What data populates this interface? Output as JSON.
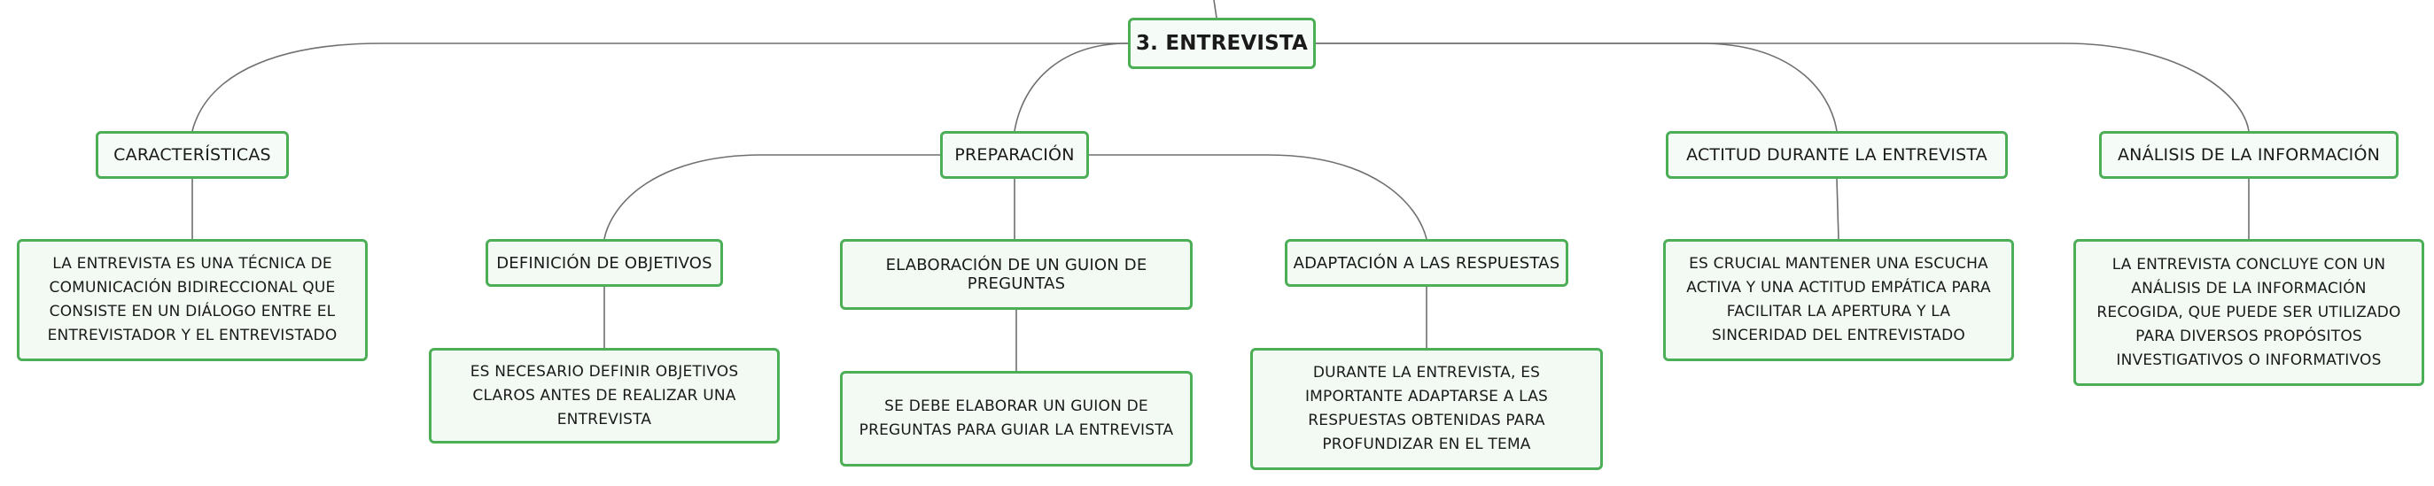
{
  "colors": {
    "node_border": "#4caf57",
    "node_fill": "#f2faf3",
    "connector": "#6f6f6f"
  },
  "root": {
    "label": "3. ENTREVISTA"
  },
  "topics": {
    "caracteristicas": {
      "label": "CARACTERÍSTICAS"
    },
    "preparacion": {
      "label": "PREPARACIÓN"
    },
    "actitud": {
      "label": "ACTITUD DURANTE LA ENTREVISTA"
    },
    "analisis": {
      "label": "ANÁLISIS DE LA INFORMACIÓN"
    }
  },
  "subtopics": {
    "definicion": {
      "label": "DEFINICIÓN DE OBJETIVOS"
    },
    "guion": {
      "label": "ELABORACIÓN DE UN GUION DE PREGUNTAS"
    },
    "adaptacion": {
      "label": "ADAPTACIÓN A LAS RESPUESTAS"
    }
  },
  "details": {
    "caracteristicas": {
      "text": "LA ENTREVISTA ES UNA TÉCNICA DE COMUNICACIÓN BIDIRECCIONAL QUE CONSISTE EN UN DIÁLOGO ENTRE EL ENTREVISTADOR Y EL ENTREVISTADO"
    },
    "definicion": {
      "text": "ES NECESARIO DEFINIR OBJETIVOS CLAROS ANTES DE REALIZAR UNA ENTREVISTA"
    },
    "guion": {
      "text": "SE DEBE ELABORAR UN GUION DE PREGUNTAS PARA GUIAR LA ENTREVISTA"
    },
    "adaptacion": {
      "text": "DURANTE LA ENTREVISTA, ES IMPORTANTE ADAPTARSE A LAS RESPUESTAS OBTENIDAS PARA PROFUNDIZAR EN EL TEMA"
    },
    "actitud": {
      "text": "ES CRUCIAL MANTENER UNA ESCUCHA ACTIVA Y UNA ACTITUD EMPÁTICA PARA FACILITAR LA APERTURA Y LA SINCERIDAD DEL ENTREVISTADO"
    },
    "analisis": {
      "text": "LA ENTREVISTA CONCLUYE CON UN ANÁLISIS DE LA INFORMACIÓN RECOGIDA, QUE PUEDE SER UTILIZADO PARA DIVERSOS PROPÓSITOS INVESTIGATIVOS O INFORMATIVOS"
    }
  }
}
